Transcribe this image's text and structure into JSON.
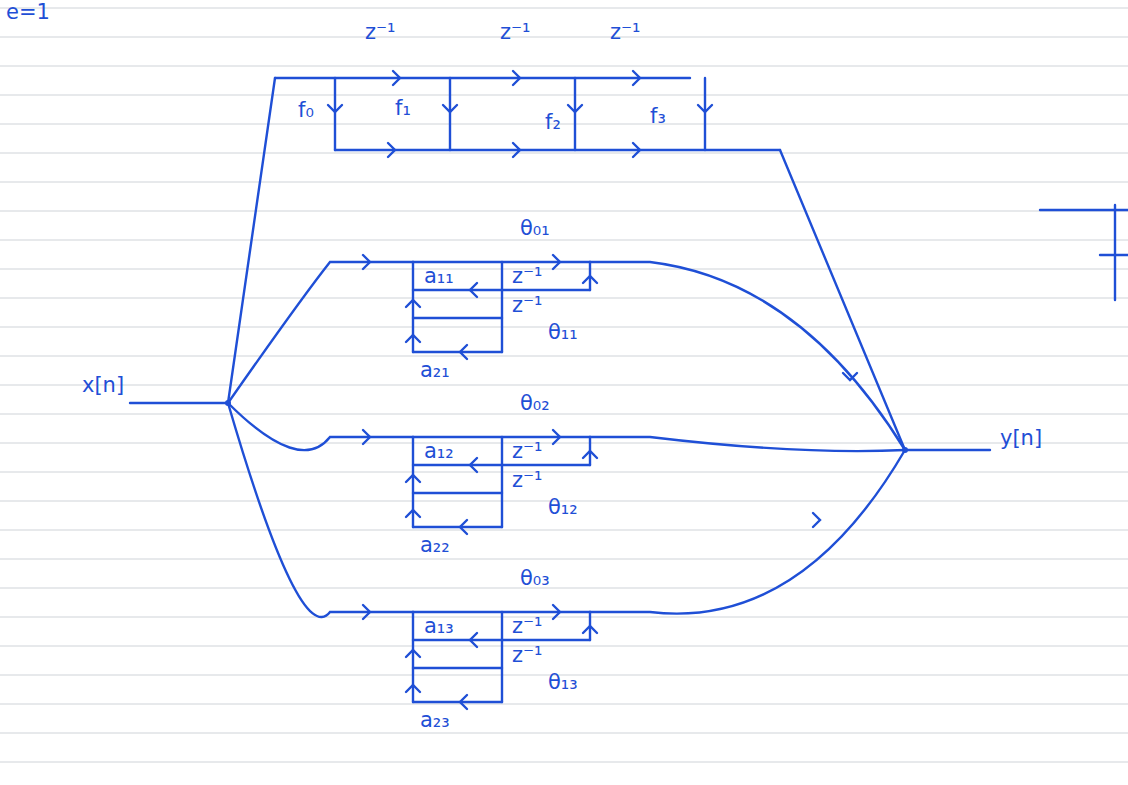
{
  "diagram": {
    "labels": [
      "e=1",
      "z⁻¹",
      "z⁻¹",
      "z⁻¹",
      "f₀",
      "f₁",
      "f₂",
      "f₃",
      "θ₀₁",
      "a₁₁",
      "z⁻¹",
      "z⁻¹",
      "a₂₁",
      "θ₁₁",
      "θ₀₂",
      "a₁₂",
      "z⁻¹",
      "z⁻¹",
      "a₂₂",
      "θ₁₂",
      "θ₀₃",
      "a₁₃",
      "z⁻¹",
      "z⁻¹",
      "a₂₃",
      "θ₁₃",
      "x[n]",
      "y[n]"
    ]
  }
}
